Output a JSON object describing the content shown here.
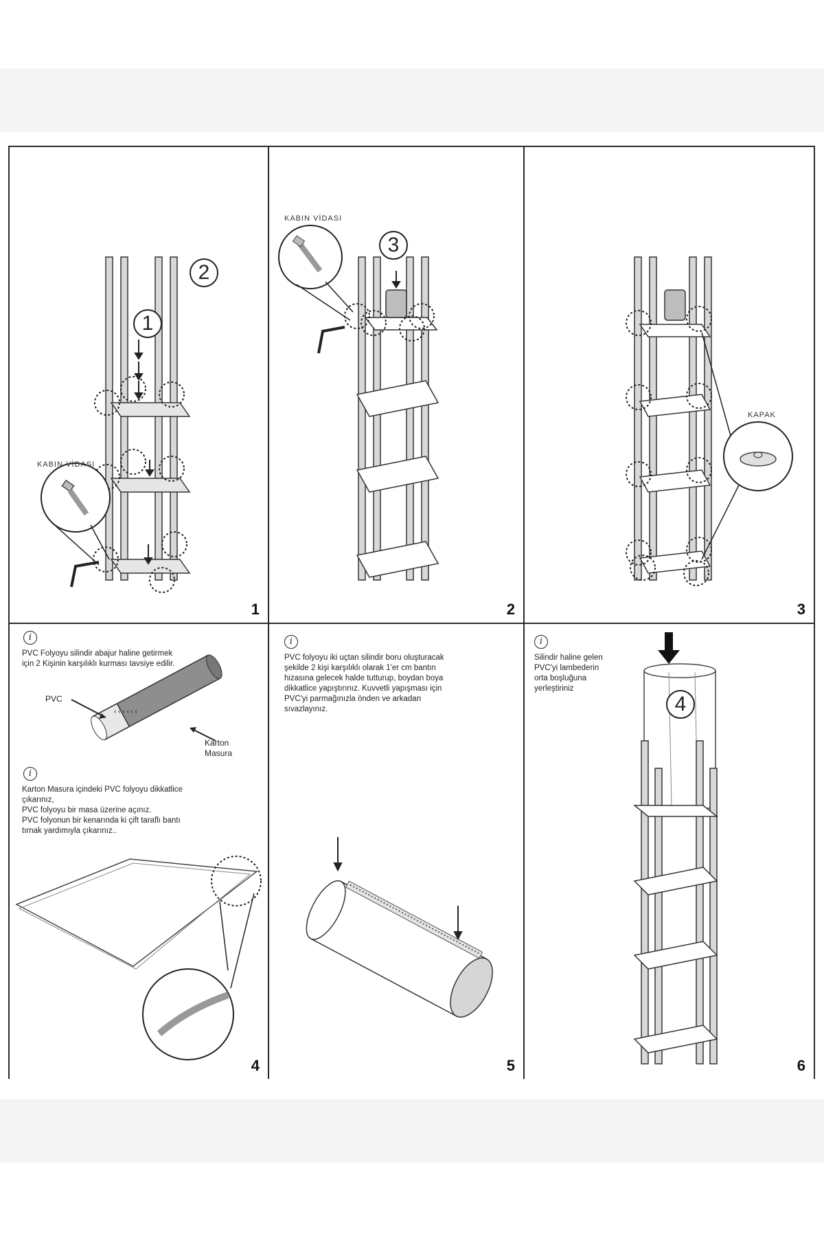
{
  "panels": [
    {
      "number": "1",
      "step_marks": [
        "1",
        "2"
      ],
      "label": "KABIN VİDASI"
    },
    {
      "number": "2",
      "step_marks": [
        "3"
      ],
      "label": "KABIN VİDASI"
    },
    {
      "number": "3",
      "label": "KAPAK"
    },
    {
      "number": "4",
      "info_icon": "i",
      "note_1": "PVC Folyoyu silindir abajur haline getirmek\niçin 2 Kişinin karşılıklı kurması tavsiye edilir.",
      "callout_pvc": "PVC",
      "callout_karton": "Karton\nMasura",
      "note_2": "Karton Masura içindeki PVC folyoyu dikkatlice\nçıkarınız,\nPVC folyoyu bir masa üzerine açınız.\nPVC folyonun bir kenarında ki çift taraflı bantı\ntırnak yardımıyla çıkarınız.."
    },
    {
      "number": "5",
      "info_icon": "i",
      "note": "PVC folyoyu iki uçtan silindir boru oluşturacak\nşekilde 2 kişi karşılıklı olarak 1'er cm bantın\nhizasına gelecek halde tutturup, boydan boya\ndikkatlice yapıştırınız. Kuvvetli yapışması için\nPVC'yi parmağınızla önden ve arkadan\nsıvazlayınız."
    },
    {
      "number": "6",
      "info_icon": "i",
      "note": "Silindir haline gelen\nPVC'yi lambederin\norta boşluğuna\nyerleştiriniz",
      "step_mark": "4"
    }
  ]
}
